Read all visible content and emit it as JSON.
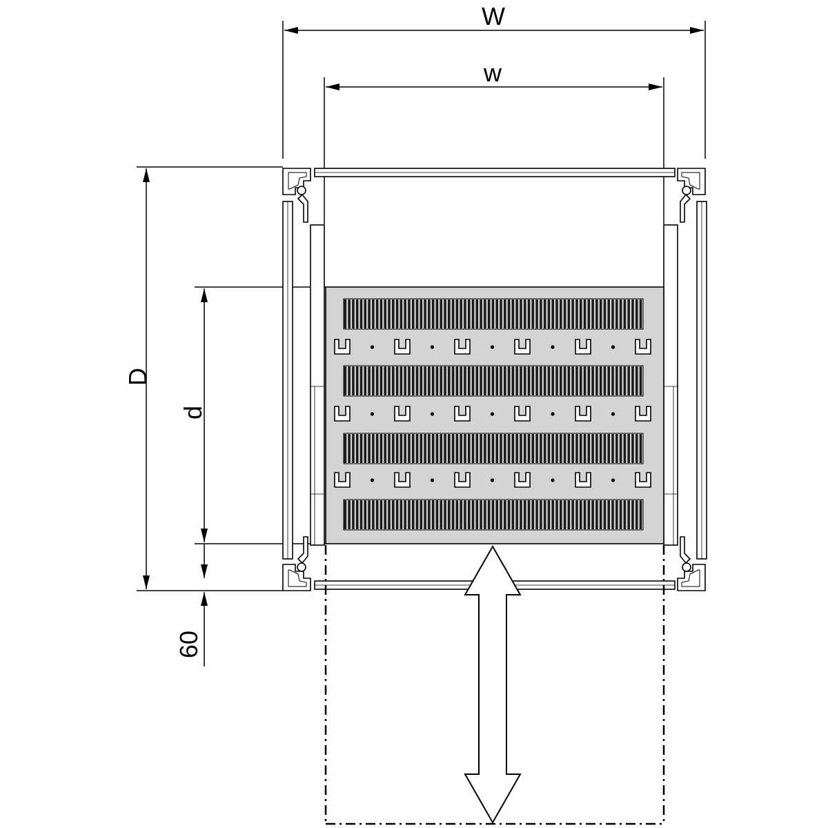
{
  "labels": {
    "outer_width": "W",
    "inner_width": "w",
    "outer_depth": "D",
    "inner_depth": "d",
    "pullout": "60"
  },
  "colors": {
    "line": "#000000",
    "shelf_fill": "#d4d4d4",
    "frame_fill": "#ffffff",
    "slot_fill": "#1a1a1a"
  },
  "shelf": {
    "slot_rows": 4,
    "slots_per_row": 75,
    "clip_rows": 3,
    "clips_per_row": 6
  }
}
